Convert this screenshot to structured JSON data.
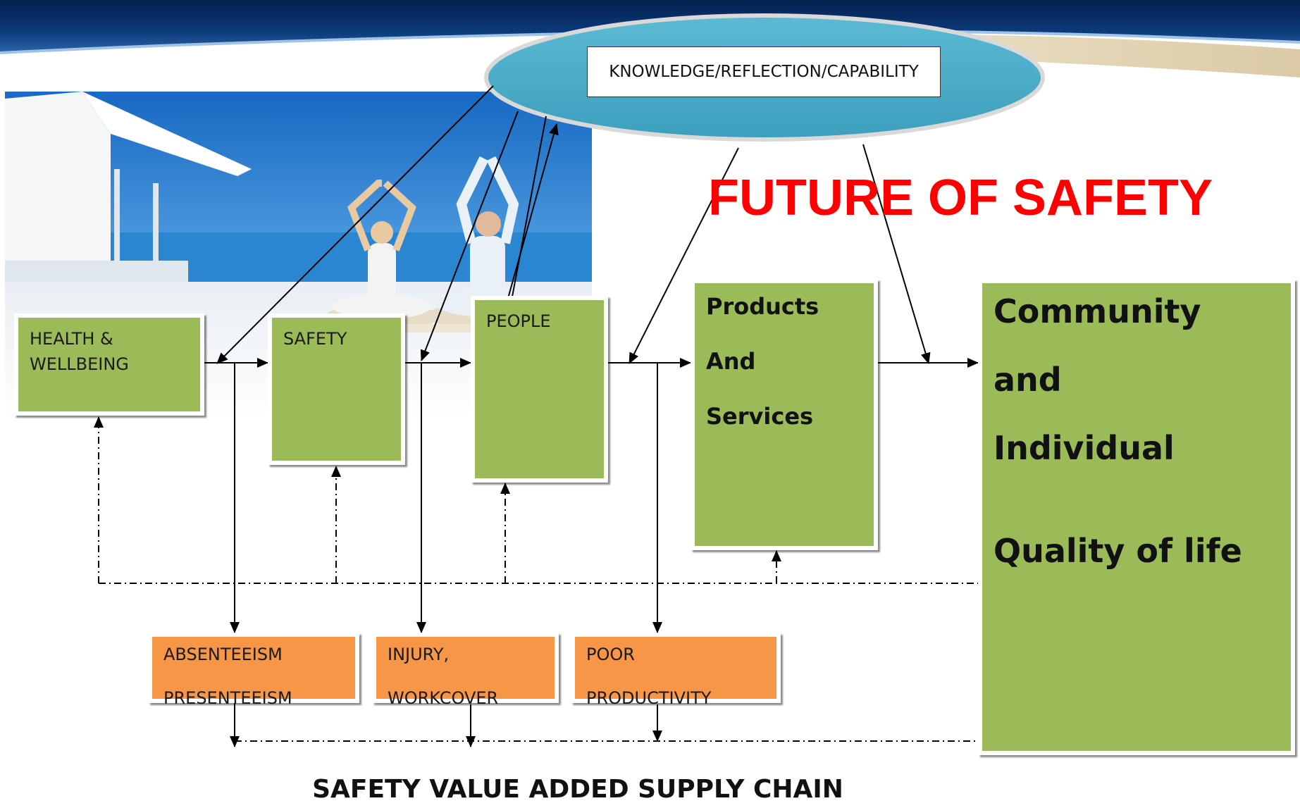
{
  "knowledge_label": "KNOWLEDGE/REFLECTION/CAPABILITY",
  "headline": "FUTURE OF SAFETY",
  "footer": "SAFETY VALUE ADDED SUPPLY CHAIN",
  "chain": {
    "health": "HEALTH &\nWELLBEING",
    "safety": "SAFETY",
    "people": "PEOPLE",
    "products": "Products\n\nAnd\n\nServices",
    "community": "Community\n\nand\n\nIndividual\n\n\nQuality of life"
  },
  "outcomes": {
    "absenteeism": "ABSENTEEISM\n\nPRESENTEEISM",
    "injury": "INJURY,\n\nWORKCOVER",
    "productivity": "POOR\n\nPRODUCTIVITY"
  },
  "colors": {
    "green_box": "#9bbb59",
    "orange_box": "#f79646",
    "ellipse": "#4bacc6",
    "headline": "#ff0000",
    "band": "#0a2a66"
  }
}
